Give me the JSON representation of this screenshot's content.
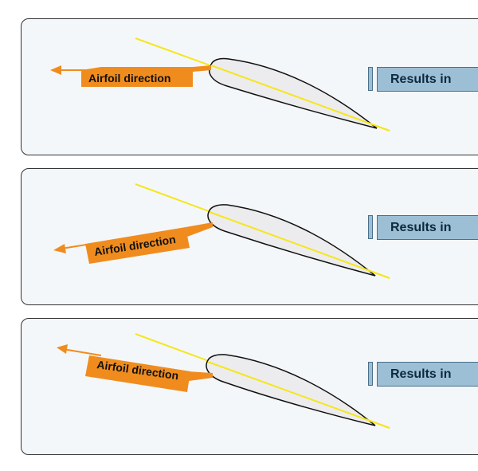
{
  "panels": [
    {
      "airfoil_label": "Airfoil direction",
      "results_label": "Results in"
    },
    {
      "airfoil_label": "Airfoil direction",
      "results_label": "Results in"
    },
    {
      "airfoil_label": "Airfoil direction",
      "results_label": "Results in"
    }
  ],
  "colors": {
    "chord_line": "#f5e61e",
    "arrow": "#f08c1e",
    "results_box": "#9dbfd6"
  }
}
